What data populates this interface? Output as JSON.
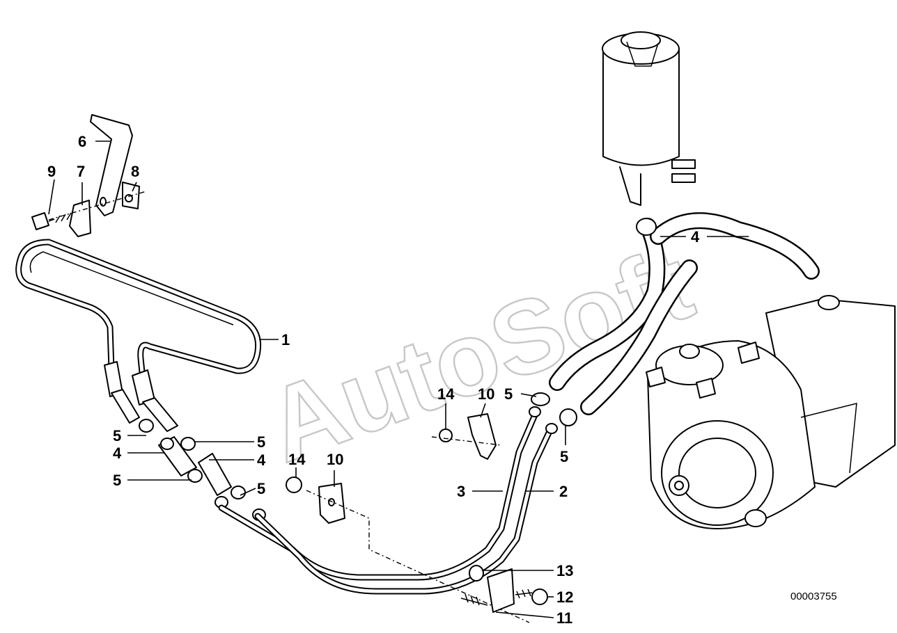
{
  "diagram": {
    "callouts": [
      {
        "id": "c1",
        "label": "1"
      },
      {
        "id": "c2",
        "label": "2"
      },
      {
        "id": "c3",
        "label": "3"
      },
      {
        "id": "c4a",
        "label": "4"
      },
      {
        "id": "c4b",
        "label": "4"
      },
      {
        "id": "c4c",
        "label": "4"
      },
      {
        "id": "c5a",
        "label": "5"
      },
      {
        "id": "c5b",
        "label": "5"
      },
      {
        "id": "c5c",
        "label": "5"
      },
      {
        "id": "c5d",
        "label": "5"
      },
      {
        "id": "c5e",
        "label": "5"
      },
      {
        "id": "c5f",
        "label": "5"
      },
      {
        "id": "c5g",
        "label": "5"
      },
      {
        "id": "c6",
        "label": "6"
      },
      {
        "id": "c7",
        "label": "7"
      },
      {
        "id": "c8",
        "label": "8"
      },
      {
        "id": "c9",
        "label": "9"
      },
      {
        "id": "c10a",
        "label": "10"
      },
      {
        "id": "c10b",
        "label": "10"
      },
      {
        "id": "c11",
        "label": "11"
      },
      {
        "id": "c12",
        "label": "12"
      },
      {
        "id": "c13",
        "label": "13"
      },
      {
        "id": "c14a",
        "label": "14"
      },
      {
        "id": "c14b",
        "label": "14"
      }
    ],
    "watermark": "AutoSoft",
    "diagram_number": "00003755"
  }
}
